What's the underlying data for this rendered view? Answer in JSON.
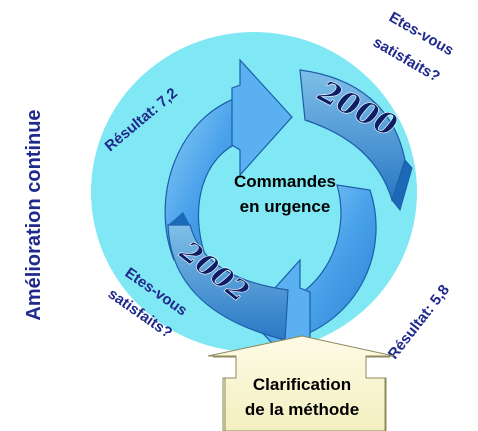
{
  "side_label": "Amélioration continue",
  "center": {
    "line1": "Commandes",
    "line2": "en urgence"
  },
  "top_right": {
    "line1": "Etes-vous",
    "line2": "satisfaits?"
  },
  "top_left": {
    "text": "Résultat: 7,2"
  },
  "bottom_left": {
    "line1": "Etes-vous",
    "line2": "satisfaits?"
  },
  "bottom_right": {
    "text": "Résultat: 5,8"
  },
  "year_top": "2000",
  "year_bottom": "2002",
  "bottom_box": {
    "line1": "Clarification",
    "line2": "de la méthode"
  },
  "colors": {
    "circle": "#7fe8f4",
    "arrow_face": "#4aa2ea",
    "arrow_dark": "#1c69b8",
    "box_fill": "#fbf8d8",
    "text_blue": "#1f2a8c"
  }
}
